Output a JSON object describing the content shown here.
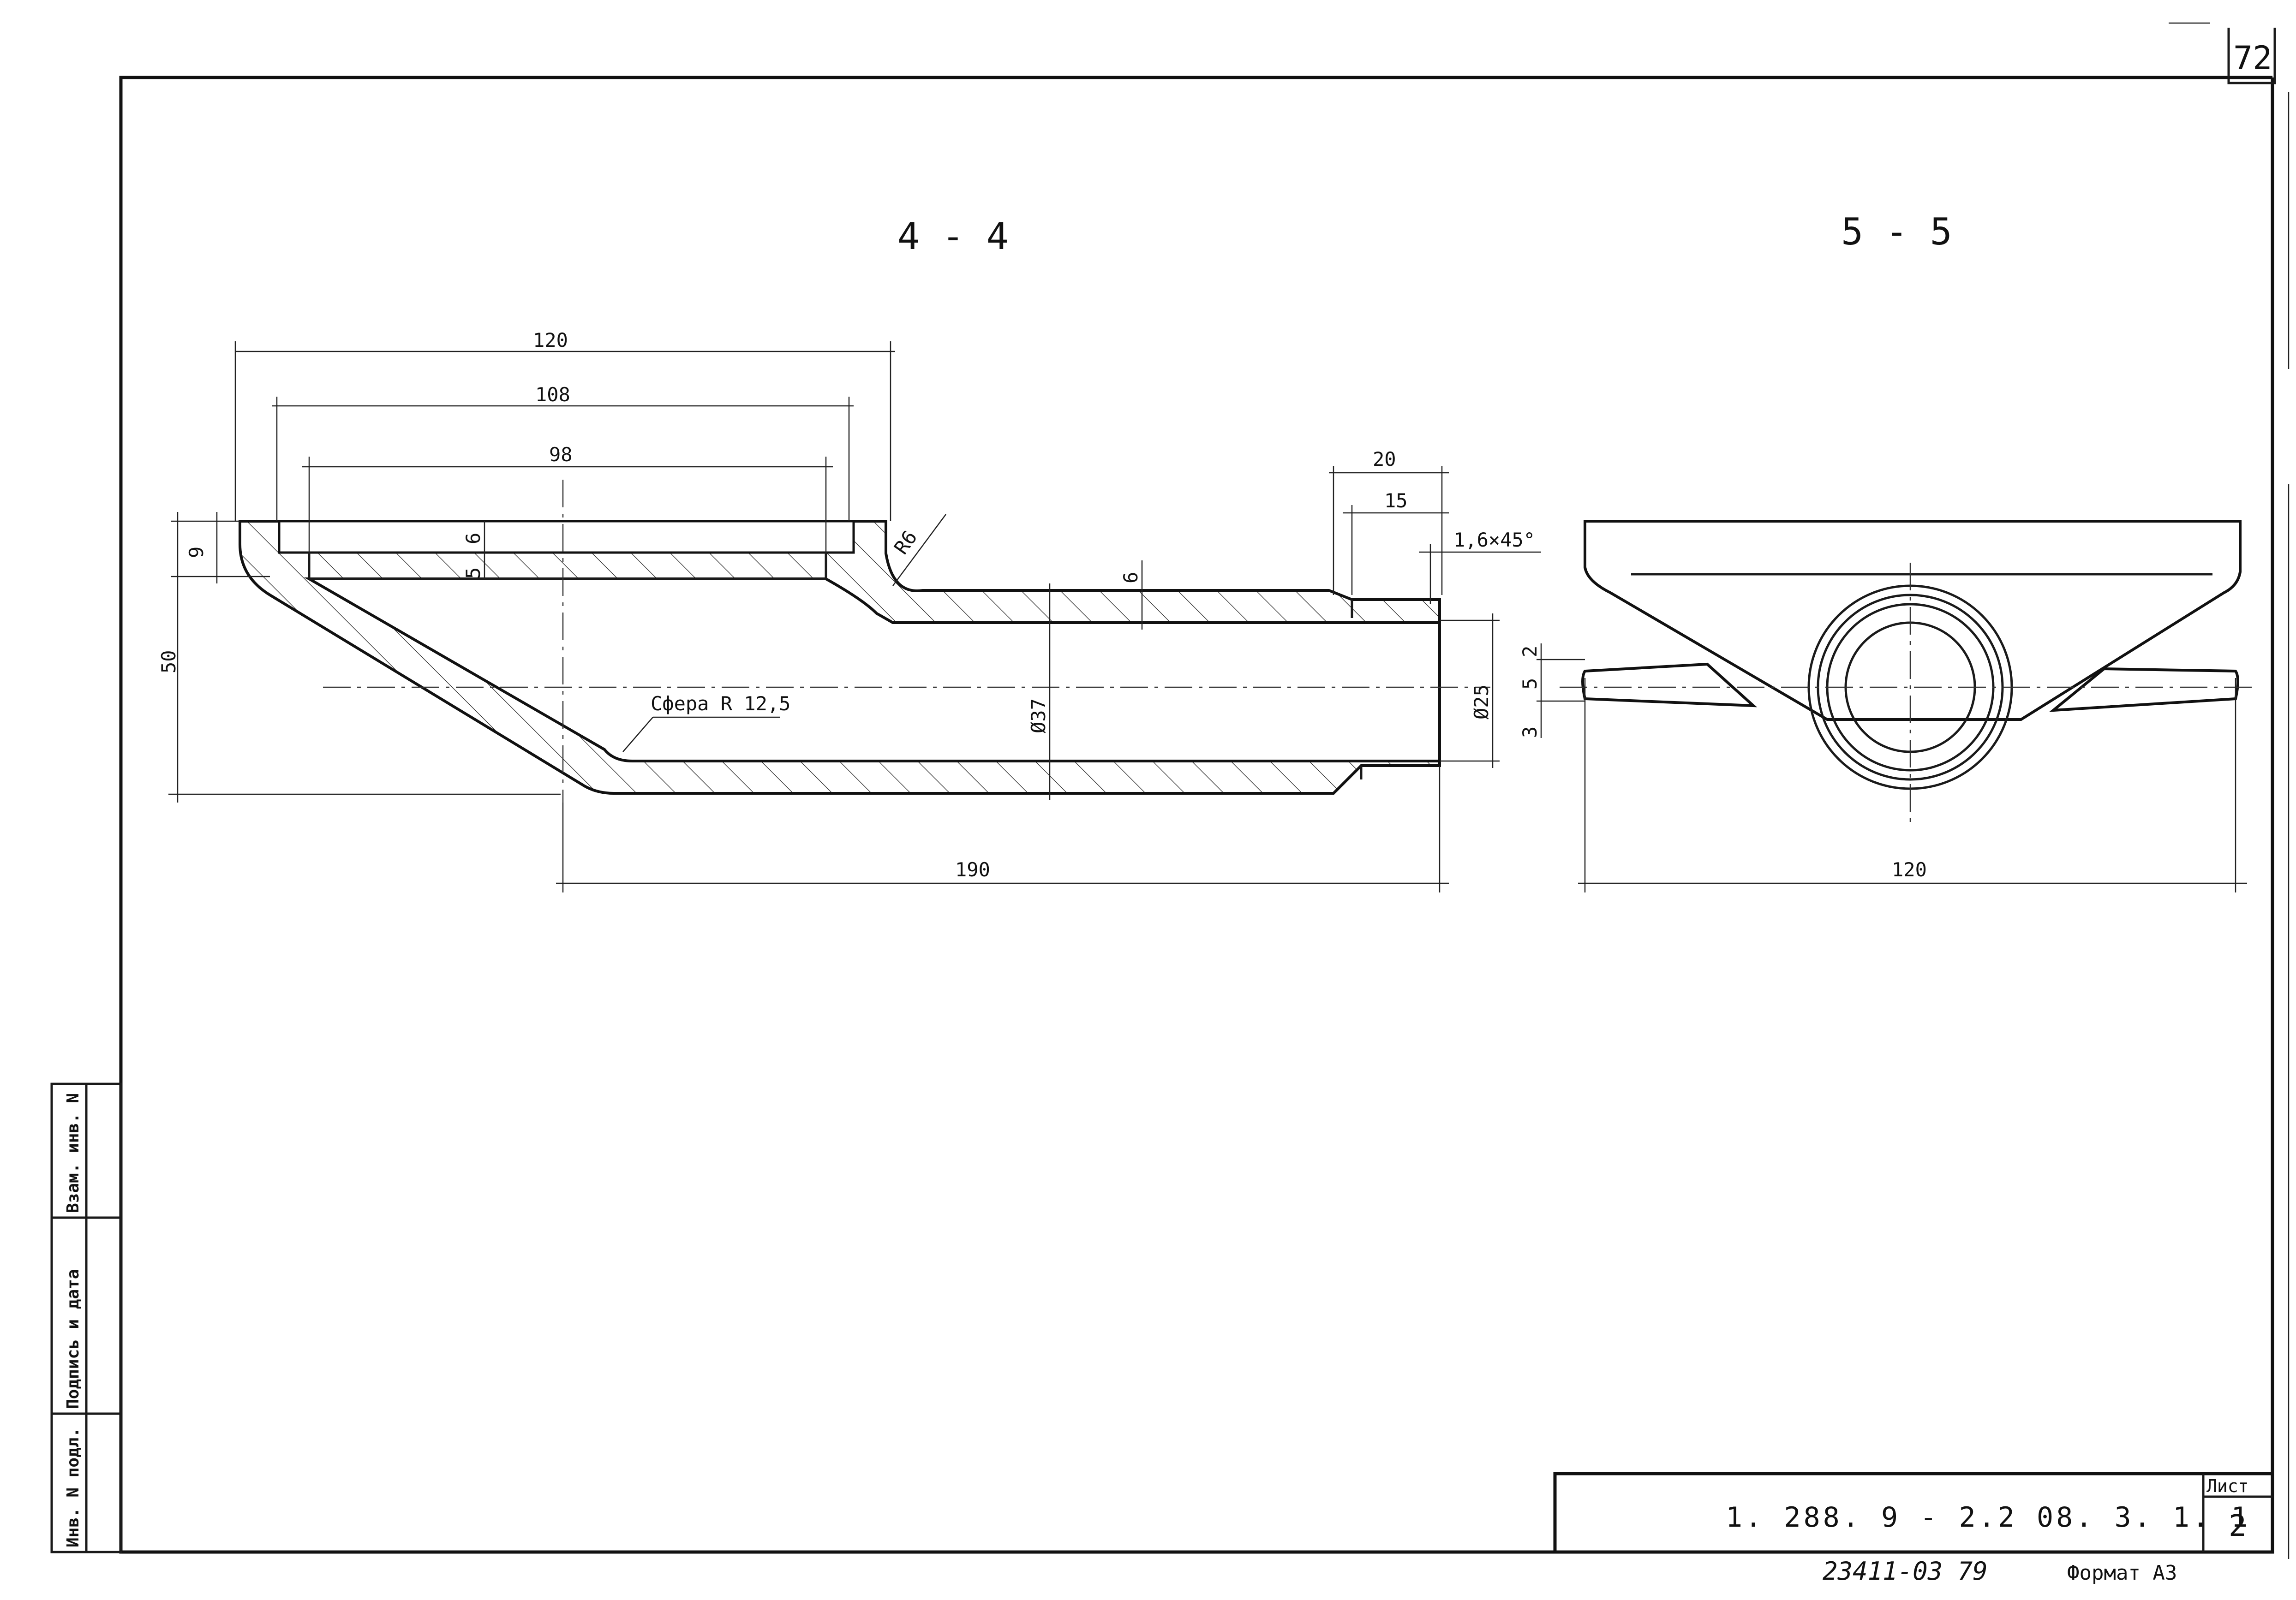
{
  "page_number": "72",
  "sections": {
    "left_title": "4 - 4",
    "right_title": "5 - 5"
  },
  "dimensions": {
    "d120_top": "120",
    "d108": "108",
    "d98": "98",
    "d20": "20",
    "d15": "15",
    "chamfer": "1,6×45°",
    "d9": "9",
    "d5": "5",
    "d6_left": "6",
    "d6_wall": "6",
    "d50": "50",
    "r6": "R6",
    "sphere": "Сфера R 12,5",
    "dia37": "Ø37",
    "dia25": "Ø25",
    "d190": "190",
    "r_d2": "2",
    "r_d5": "5",
    "r_d3": "3",
    "d120_right": "120"
  },
  "side_stamp": [
    "Инв. N подл.",
    "Подпись и дата",
    "Взам. инв. N"
  ],
  "title_block": {
    "document_code": "1. 288. 9 - 2.2   08. 3. 1. 1",
    "sheet_label": "Лист",
    "sheet_number": "2"
  },
  "footer": {
    "order_number": "23411-03  79",
    "format": "Формат А3"
  },
  "colors": {
    "ink": "#111111",
    "paper": "#ffffff"
  }
}
